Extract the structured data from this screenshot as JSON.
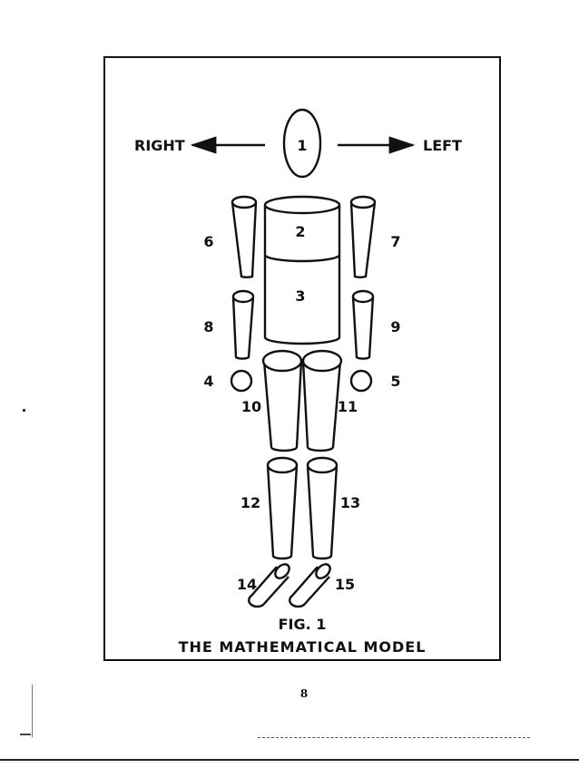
{
  "figure": {
    "direction_right": "RIGHT",
    "direction_left": "LEFT",
    "segment_numbers": [
      "1",
      "2",
      "3",
      "4",
      "5",
      "6",
      "7",
      "8",
      "9",
      "10",
      "11",
      "12",
      "13",
      "14",
      "15"
    ],
    "caption_line1": "FIG. 1",
    "caption_line2": "THE MATHEMATICAL MODEL"
  },
  "page": {
    "number": "8"
  }
}
